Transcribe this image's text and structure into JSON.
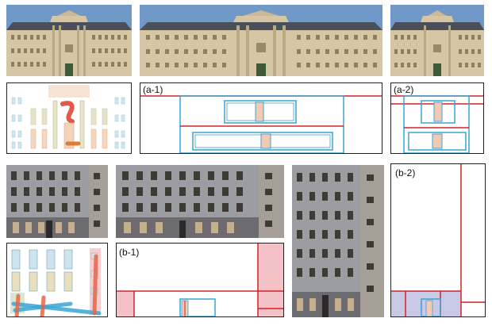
{
  "labels": {
    "a1": "(a-1)",
    "a2": "(a-2)",
    "b1": "(b-1)",
    "b2": "(b-2)"
  },
  "colors": {
    "red_line": "#d2232a",
    "blue_box": "#3ba3d0",
    "window_fill": "#f2c9b2",
    "pink_region": "#f4c1c6",
    "lavender_region": "#c9c9e6",
    "sky": "#6f97c9",
    "stone": "#d9c9a7",
    "roof": "#4a4f5a",
    "plaster": "#8f8f94"
  },
  "icons": {
    "facade_a": "monastery-facade-photo",
    "facade_b": "apartment-facade-photo"
  }
}
